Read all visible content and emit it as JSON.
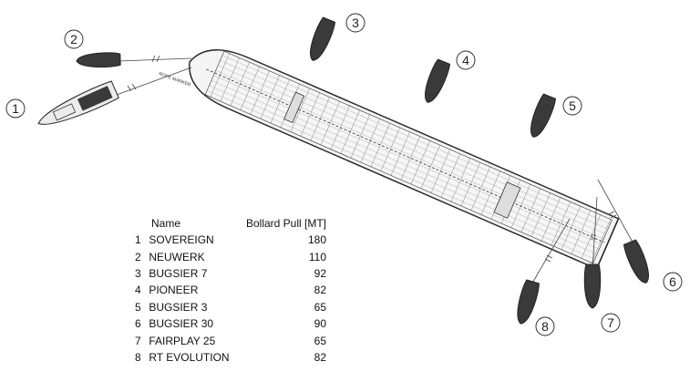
{
  "table": {
    "headers": {
      "name": "Name",
      "pull": "Bollard Pull [MT]"
    },
    "rows": [
      {
        "num": "1",
        "name": "SOVEREIGN",
        "pull": "180"
      },
      {
        "num": "2",
        "name": "NEUWERK",
        "pull": "110"
      },
      {
        "num": "3",
        "name": "BUGSIER 7",
        "pull": "92"
      },
      {
        "num": "4",
        "name": "PIONEER",
        "pull": "82"
      },
      {
        "num": "5",
        "name": "BUGSIER 3",
        "pull": "65"
      },
      {
        "num": "6",
        "name": "BUGSIER 30",
        "pull": "90"
      },
      {
        "num": "7",
        "name": "FAIRPLAY 25",
        "pull": "65"
      },
      {
        "num": "8",
        "name": "RT EVOLUTION",
        "pull": "82"
      }
    ]
  },
  "tug_labels": [
    "1",
    "2",
    "3",
    "4",
    "5",
    "6",
    "7",
    "8"
  ],
  "line_label": "ROPE MARKER",
  "colors": {
    "ink": "#222222",
    "hull_fill": "#f4f4f4",
    "tug_fill": "#3a3a3a"
  }
}
